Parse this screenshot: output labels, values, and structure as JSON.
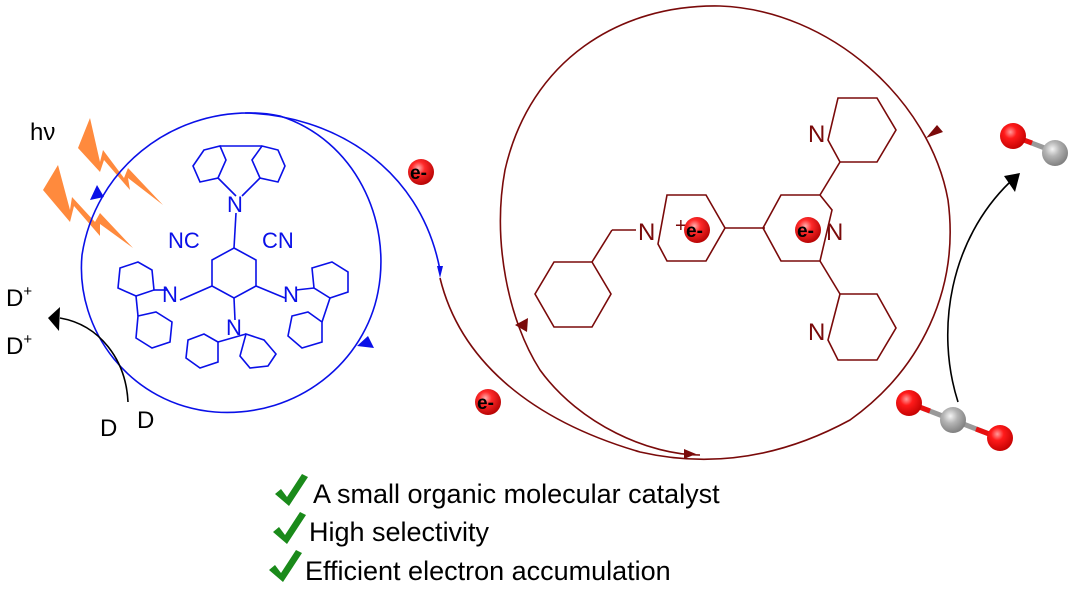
{
  "colors": {
    "photocatalyst": "#0a10e8",
    "catalyst": "#7a0a0a",
    "lightning": "#ff8a3d",
    "check": "#1a8a1a",
    "electron": "#e81010",
    "oxygen": "#e81010",
    "carbon": "#a8a8a8",
    "text": "#000000"
  },
  "light": {
    "label": "hν"
  },
  "donor": {
    "products": [
      "D",
      "D"
    ],
    "reactants": [
      "D",
      "D"
    ],
    "charge": "+"
  },
  "photocatalyst": {
    "name": "4CzIPN-type carbazole dicyanobenzene",
    "nitrile_left": "NC",
    "nitrile_right": "CN",
    "nitrogen_atoms": [
      "N",
      "N",
      "N",
      "N"
    ]
  },
  "electron_label": "e-",
  "catalyst": {
    "name": "Benzyl-pyridinium terpyridine",
    "nitrogen_atoms": [
      "N",
      "N",
      "N",
      "N"
    ],
    "charge": "+"
  },
  "co2_reduction": {
    "reactant": "CO2",
    "product": "CO"
  },
  "features": [
    {
      "icon": "check-icon",
      "text": "A small organic molecular catalyst"
    },
    {
      "icon": "check-icon",
      "text": "High selectivity"
    },
    {
      "icon": "check-icon",
      "text": "Efficient electron accumulation"
    }
  ]
}
